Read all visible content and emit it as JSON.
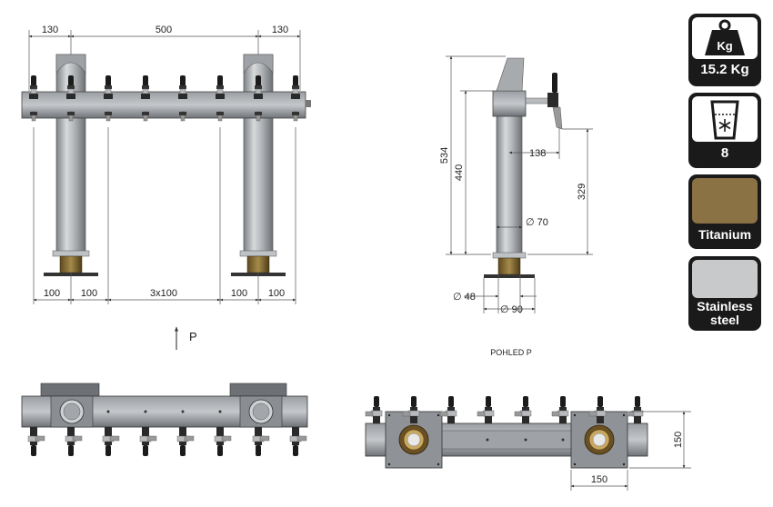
{
  "dimensions": {
    "top_130_left": "130",
    "top_500": "500",
    "top_130_right": "130",
    "bottom_100_a": "100",
    "bottom_100_b": "100",
    "bottom_3x100": "3x100",
    "bottom_100_c": "100",
    "bottom_100_d": "100",
    "side_534": "534",
    "side_440": "440",
    "side_138": "138",
    "side_329": "329",
    "side_d70": "∅ 70",
    "side_d48": "∅ 48",
    "side_d90": "∅ 90",
    "plan_150_h": "150",
    "plan_150_v": "150"
  },
  "view_labels": {
    "arrow_label": "P",
    "view_title": "POHLED P"
  },
  "badges": {
    "weight": {
      "icon": "kg-weight-icon",
      "unit": "Kg",
      "value": "15.2 Kg"
    },
    "taps": {
      "icon": "glass-cooling-icon",
      "value": "8"
    },
    "titanium": {
      "label": "Titanium",
      "color": "#8a7245"
    },
    "stainless": {
      "label": "Stainless steel",
      "line1": "Stainless",
      "line2": "steel",
      "color": "#c8c9cb"
    }
  }
}
